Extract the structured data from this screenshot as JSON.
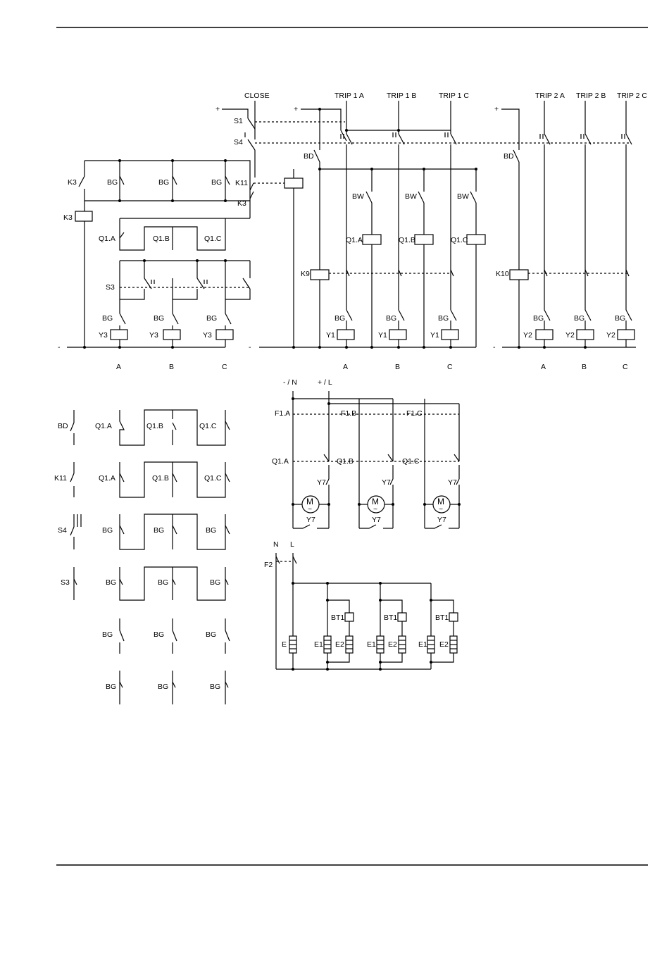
{
  "headers": {
    "close": "CLOSE",
    "trip1": [
      "TRIP 1 A",
      "TRIP 1 B",
      "TRIP 1 C"
    ],
    "trip2": [
      "TRIP 2 A",
      "TRIP 2 B",
      "TRIP 2 C"
    ]
  },
  "supply": {
    "plus": "+",
    "minus": "-",
    "neg_n": "- / N",
    "pos_l": "+ / L",
    "n": "N",
    "l": "L"
  },
  "phases": [
    "A",
    "B",
    "C"
  ],
  "close_circuit": {
    "s1": "S1",
    "s4": "S4",
    "k3": "K3",
    "k11": "K11",
    "bg": "BG",
    "s3": "S3",
    "y3": "Y3",
    "q1": [
      "Q1.A",
      "Q1.B",
      "Q1.C"
    ]
  },
  "trip1_circuit": {
    "bd": "BD",
    "bw": "BW",
    "k9": "K9",
    "bg": "BG",
    "y1": "Y1",
    "q1": [
      "Q1.A",
      "Q1.B",
      "Q1.C"
    ]
  },
  "trip2_circuit": {
    "bd": "BD",
    "k10": "K10",
    "bg": "BG",
    "y2": "Y2"
  },
  "legend": {
    "rows": [
      {
        "left": "BD",
        "labels": [
          "Q1.A",
          "Q1.B",
          "Q1.C"
        ]
      },
      {
        "left": "K11",
        "labels": [
          "Q1.A",
          "Q1.B",
          "Q1.C"
        ]
      },
      {
        "left": "S4",
        "labels": [
          "BG",
          "BG",
          "BG"
        ]
      },
      {
        "left": "S3",
        "labels": [
          "BG",
          "BG",
          "BG"
        ]
      },
      {
        "left": "",
        "labels": [
          "BG",
          "BG",
          "BG"
        ]
      },
      {
        "left": "",
        "labels": [
          "BG",
          "BG",
          "BG"
        ]
      }
    ]
  },
  "motor_circuit": {
    "f1": [
      "F1.A",
      "F1.B",
      "F1.C"
    ],
    "q1": [
      "Q1.A",
      "Q1.B",
      "Q1.C"
    ],
    "y7": "Y7",
    "motor": "M",
    "ac": "~"
  },
  "heater_circuit": {
    "f2": "F2",
    "e": "E",
    "e1": "E1",
    "e2": "E2",
    "bt1": "BT1"
  }
}
